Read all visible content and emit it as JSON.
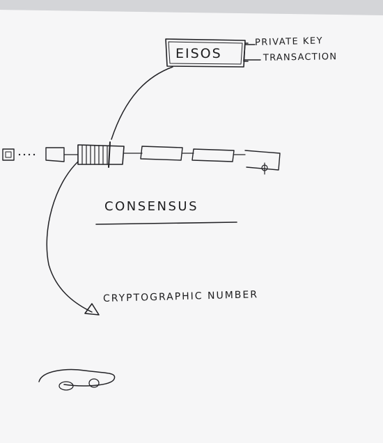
{
  "diagram": {
    "top_node": {
      "label": "EISOS"
    },
    "branches": [
      {
        "label": "PRIVATE KEY"
      },
      {
        "label": "TRANSACTION"
      }
    ],
    "heading": {
      "label": "CONSENSUS"
    },
    "bottom_node": {
      "label": "CRYPTOGRAPHIC NUMBER"
    }
  }
}
